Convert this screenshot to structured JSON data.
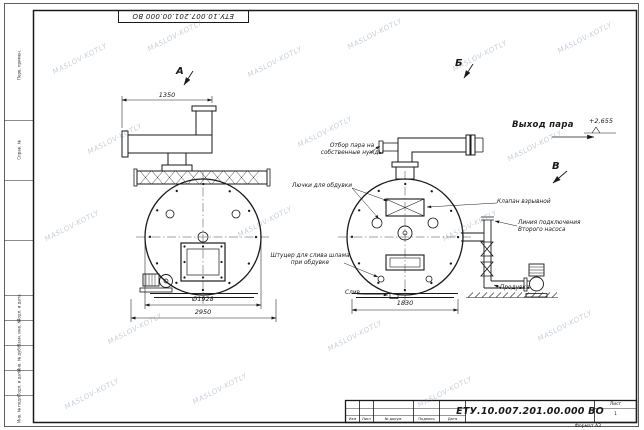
{
  "sheet": {
    "code_top": "ЕТУ.10.007.201.00.000 ВО",
    "format": "Формат А3"
  },
  "title_block": {
    "code": "ЕТУ.10.007.201.00.000  ВО",
    "col_izm": "Изм",
    "col_list": "Лист",
    "col_doc": "№ докум.",
    "col_sign": "Подпись",
    "col_date": "Дата",
    "sheet_label": "Лист",
    "sheet_number": "1"
  },
  "margin_stamps": {
    "perv_primen": "Перв. примен.",
    "sprav_no": "Справ. №",
    "podp_data1": "Подп. и дата",
    "vzam_inv": "Взам. инв. №",
    "inv_dubl": "Инв. № дубл.",
    "podp_data2": "Подп. и дата",
    "inv_podl": "Инв. № подл."
  },
  "views": {
    "a": "А",
    "b": "Б",
    "v": "В"
  },
  "dimensions": {
    "duct_width": "1350",
    "diameter": "Ø1928",
    "overall_width": "2950",
    "rear_width": "1830",
    "elevation": "+2,655"
  },
  "labels": {
    "steam_outlet": "Выход пара",
    "steam_own_1": "Отбор пара на",
    "steam_own_2": "собственные нужды",
    "hatches": "Лючки для обдувки",
    "explosion_valve": "Клапан взрывной",
    "pump_line_1": "Линия подключения",
    "pump_line_2": "Второго насоса",
    "sludge_1": "Штуцер для слива шлама",
    "sludge_2": "при обдувке",
    "drain": "Слив",
    "blowdown": "Продувка"
  },
  "watermark": {
    "text": "MASLOV-KOTLY"
  }
}
